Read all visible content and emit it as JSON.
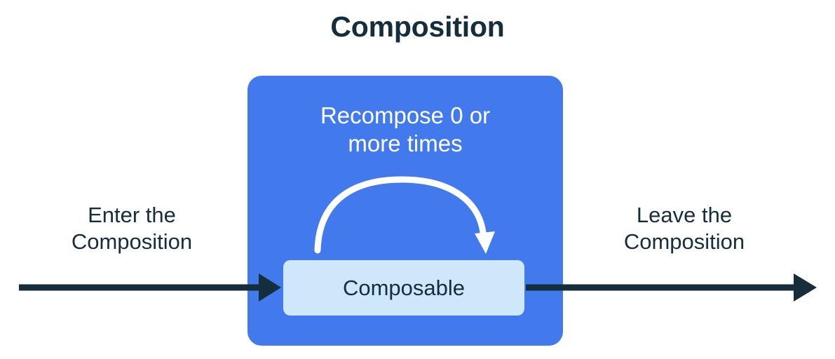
{
  "diagram": {
    "title": "Composition",
    "panel": {
      "name": "composition-panel",
      "color": "#4279ed",
      "recompose_label": "Recompose 0 or\nmore times",
      "recompose_label_lines": [
        "Recompose 0 or",
        "more times"
      ],
      "loop_arrow": {
        "name": "recompose-loop-arrow",
        "color": "#ffffff",
        "direction": "clockwise"
      },
      "node": {
        "name": "composable-node",
        "label": "Composable",
        "fill": "#cfe7fb",
        "text_color": "#162e3c"
      }
    },
    "entry": {
      "label_lines": [
        "Enter the",
        "Composition"
      ],
      "label": "Enter the Composition",
      "arrow_name": "enter-arrow",
      "arrow_color": "#162e3c",
      "direction": "right"
    },
    "exit": {
      "label_lines": [
        "Leave the",
        "Composition"
      ],
      "label": "Leave the Composition",
      "arrow_name": "leave-arrow",
      "arrow_color": "#162e3c",
      "direction": "right"
    },
    "colors": {
      "background": "#ffffff",
      "accent_blue": "#4279ed",
      "light_blue": "#cfe7fb",
      "ink": "#162e3c",
      "white": "#ffffff"
    }
  }
}
